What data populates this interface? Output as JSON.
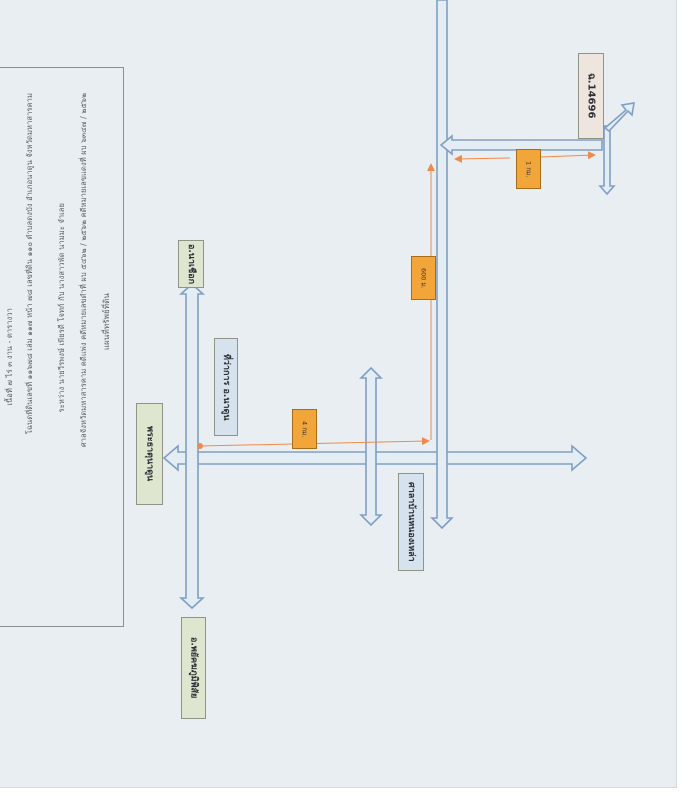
{
  "map": {
    "title": "แผนที่ทรัพย์ที่ดิน",
    "info_lines": [
      "ศาลจังหวัดมหาสารคาม คดีแพ่ง คดีหมายเลขดำที่ ผบ ๕๔๖๒ / ๒๕๖๒ คดีหมายเลขแดงที่ ผบ ๖๓๔๗ / ๒๕๖๒",
      "ระหว่าง นายวีรพงษ์ เพียรดี โจทก์ กับ นางสาวพัด นามมะ จำเลย",
      "โฉนดที่ดินเลขที่ ๑๑๖๗๘ เล่ม ๑๑๗ หน้า ๗๘ เลขที่ดิน ๑๑๐ ตำบลดงบัง อำเภอนาดูน จังหวัดมหาสารคาม",
      "เนื้อที่ ๗ ไร่ ๓ งาน - ตารางวา"
    ],
    "places": {
      "na_chueak": "อ.นาเชือก",
      "district_office": "ที่ว่าการ อ.นาดูน",
      "phra_that": "พระธาตุนาดูน",
      "phayakkhaphum": "อ.พยัคฆภูมิพิสัย",
      "sala": "ศาลาบ้านหนองเหล่า",
      "parcel": "ฉ.14696"
    },
    "distances": {
      "d1": "4 กม.",
      "d2": "600 ม.",
      "d3": "1 กม."
    },
    "colors": {
      "road": "#7f9fc4",
      "distance_arrow": "#f08a4b",
      "distance_box": "#f2a63a"
    }
  }
}
